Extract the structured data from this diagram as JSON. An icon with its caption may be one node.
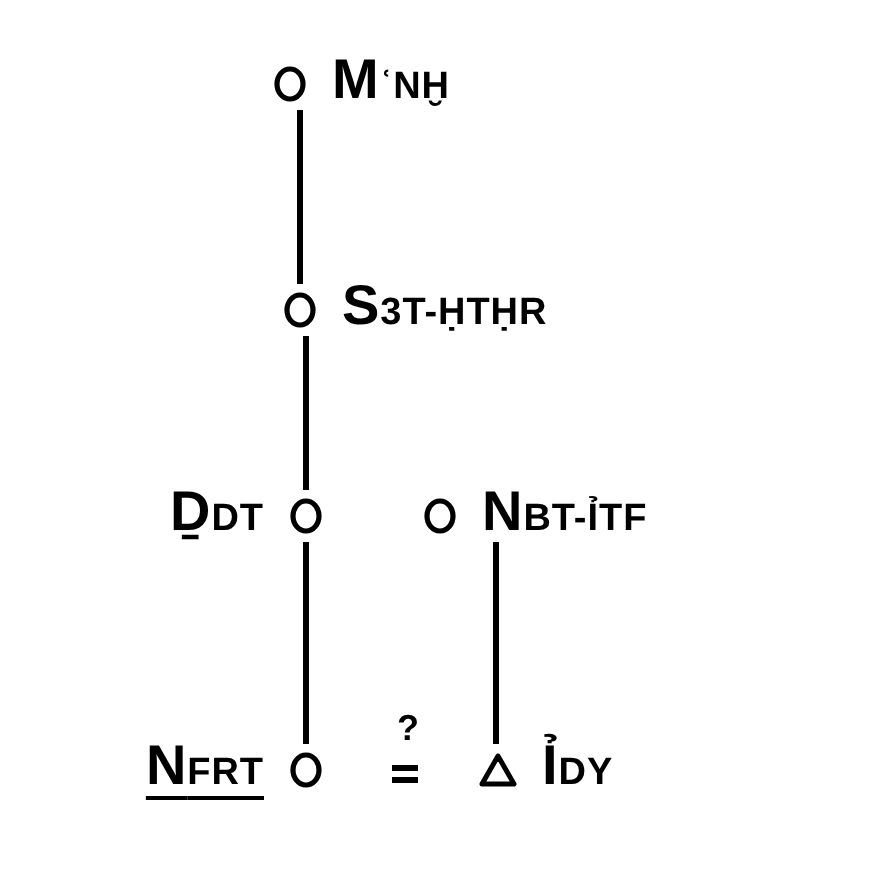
{
  "diagram": {
    "nodes": [
      {
        "text": [
          "MʿNḪ"
        ]
      },
      {
        "text": [
          "S3T-ḤTḤR"
        ]
      },
      {
        "text": [
          "ḎDT"
        ]
      },
      {
        "text": [
          "NBT-ỈTF"
        ]
      },
      {
        "text": [
          "NFRT"
        ]
      },
      {
        "text": [
          "ỈDY"
        ]
      }
    ],
    "edges": [
      {
        "from": 0,
        "to": 1,
        "arrow": "none"
      },
      {
        "from": 1,
        "to": 2,
        "arrow": "none"
      },
      {
        "from": 2,
        "to": 4,
        "arrow": "none"
      },
      {
        "from": 3,
        "to": 5,
        "arrow": "none"
      },
      {
        "from": 4,
        "to": 5,
        "arrow": "none",
        "label": "?"
      }
    ]
  }
}
